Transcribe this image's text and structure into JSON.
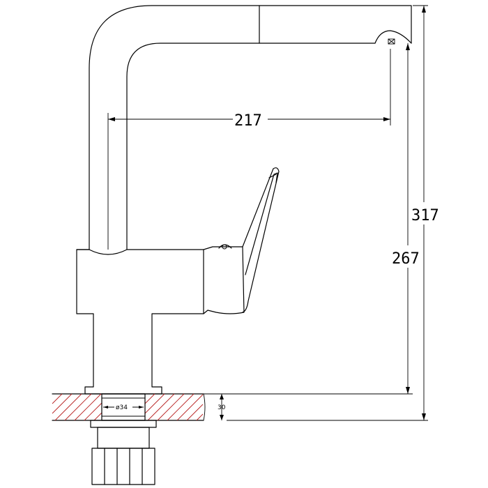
{
  "dimensions": {
    "spout_reach": "217",
    "total_height": "317",
    "spout_height": "267",
    "pipe_diameter": "ø34",
    "counter_thickness": "30"
  },
  "colors": {
    "line": "#000000",
    "hatch": "#b82020",
    "background": "#ffffff"
  }
}
